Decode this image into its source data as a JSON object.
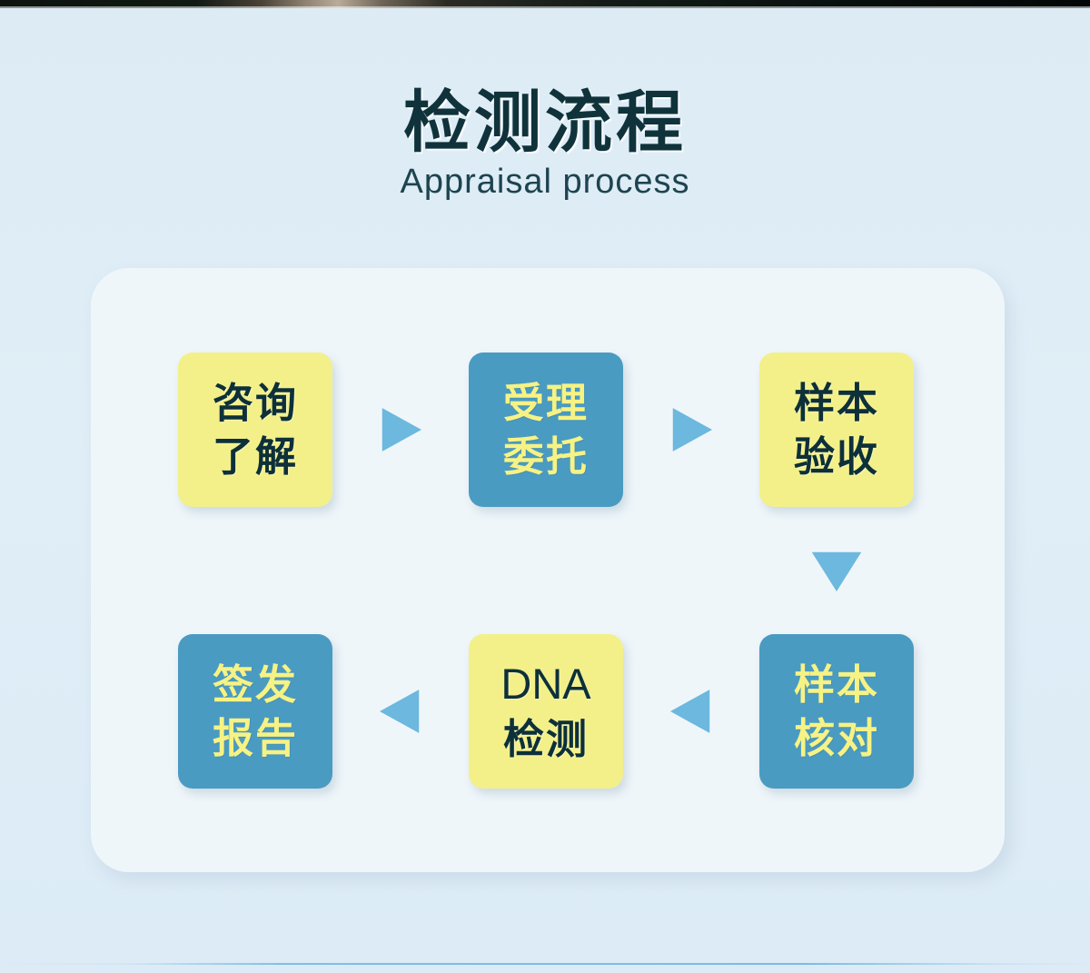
{
  "page": {
    "background_color": "#dfedf6",
    "card_color": "#eff6fa"
  },
  "heading": {
    "title_cn": "检测流程",
    "title_en": "Appraisal process",
    "title_color": "#10333b",
    "subtitle_color": "#1d4450"
  },
  "palette": {
    "yellow_box": "#f3f08a",
    "blue_box": "#4a9bc2",
    "dark_text": "#0d3039",
    "yellow_text": "#f6f284",
    "arrow_blue": "#6cb8de"
  },
  "chart_data": {
    "type": "diagram",
    "title": "检测流程",
    "subtitle": "Appraisal process",
    "layout": "two-row serpentine flowchart (left-to-right, then right-to-left)",
    "steps": [
      {
        "index": 1,
        "lines": [
          "咨询",
          "了解"
        ],
        "style": "yellow",
        "row": 1,
        "column": 1
      },
      {
        "index": 2,
        "lines": [
          "受理",
          "委托"
        ],
        "style": "blue",
        "row": 1,
        "column": 2
      },
      {
        "index": 3,
        "lines": [
          "样本",
          "验收"
        ],
        "style": "yellow",
        "row": 1,
        "column": 3
      },
      {
        "index": 4,
        "lines": [
          "样本",
          "核对"
        ],
        "style": "blue",
        "row": 2,
        "column": 3
      },
      {
        "index": 5,
        "lines": [
          "DNA",
          "检测"
        ],
        "style": "yellow",
        "row": 2,
        "column": 2,
        "latin_first_line": true
      },
      {
        "index": 6,
        "lines": [
          "签发",
          "报告"
        ],
        "style": "blue",
        "row": 2,
        "column": 1
      }
    ],
    "connectors": [
      {
        "from": 1,
        "to": 2,
        "direction": "right"
      },
      {
        "from": 2,
        "to": 3,
        "direction": "right"
      },
      {
        "from": 3,
        "to": 4,
        "direction": "down"
      },
      {
        "from": 4,
        "to": 5,
        "direction": "left"
      },
      {
        "from": 5,
        "to": 6,
        "direction": "left"
      }
    ]
  }
}
